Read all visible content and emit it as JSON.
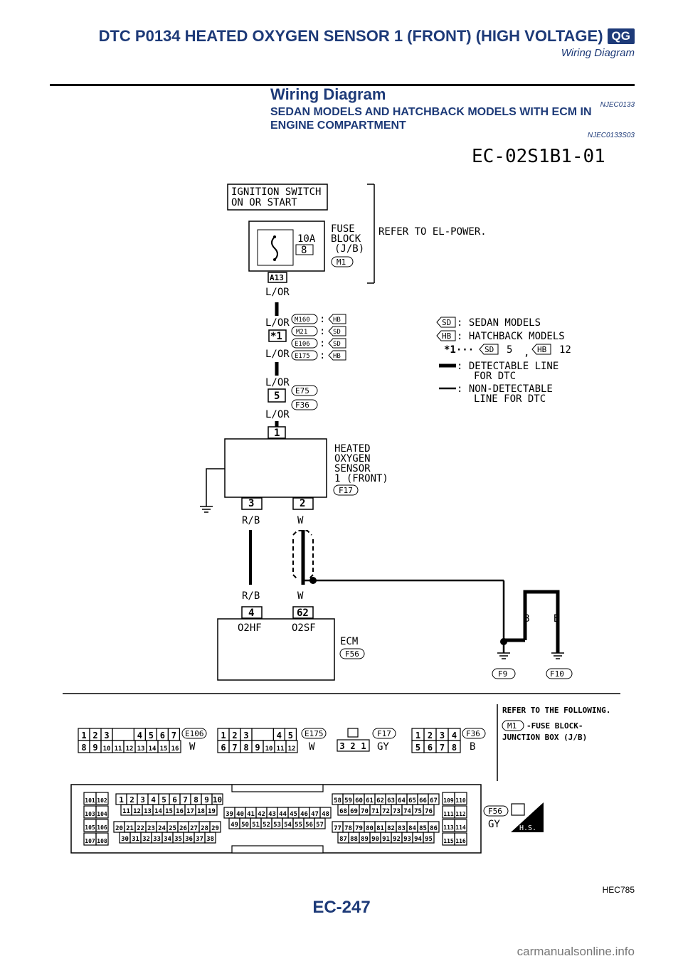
{
  "header": {
    "title": "DTC P0134 HEATED OXYGEN SENSOR 1 (FRONT) (HIGH VOLTAGE)",
    "badge": "QG",
    "subtitle": "Wiring Diagram"
  },
  "section": {
    "title": "Wiring Diagram",
    "id": "NJEC0133"
  },
  "subsection": {
    "title": "SEDAN MODELS AND HATCHBACK MODELS WITH ECM IN ENGINE COMPARTMENT",
    "id": "NJEC0133S03"
  },
  "diagram_code": "EC-02S1B1-01",
  "power": {
    "line1": "IGNITION SWITCH",
    "line2": "ON OR START"
  },
  "fuse": {
    "amp": "10A",
    "number": "8",
    "label1": "FUSE",
    "label2": "BLOCK",
    "label3": "(J/B)",
    "connector": "M1",
    "terminal": "A13",
    "refer": "REFER TO EL-POWER."
  },
  "wires": {
    "l_or": "L/OR",
    "r_b": "R/B",
    "w": "W",
    "b": "B"
  },
  "joint": {
    "mark": "*1",
    "connectors": [
      {
        "id": "M160",
        "model": "HB"
      },
      {
        "id": "M21",
        "model": "SD"
      },
      {
        "id": "E106",
        "model": "SD"
      },
      {
        "id": "E175",
        "model": "HB"
      }
    ]
  },
  "legend": {
    "sd": "SD",
    "sd_text": ": SEDAN MODELS",
    "hb": "HB",
    "hb_text": ": HATCHBACK MODELS",
    "star_prefix": "*1···",
    "star_sd_val": "5",
    "star_comma": ",",
    "star_hb_val": "12",
    "detect1": ": DETECTABLE LINE",
    "detect2": "FOR DTC",
    "nondetect1": ": NON-DETECTABLE",
    "nondetect2": "LINE FOR DTC"
  },
  "inline": {
    "pin": "5",
    "conn1": "E75",
    "conn2": "F36"
  },
  "sensor": {
    "pin_top": "1",
    "name1": "HEATED",
    "name2": "OXYGEN",
    "name3": "SENSOR",
    "name4": "1 (FRONT)",
    "connector": "F17",
    "pin3": "3",
    "pin2": "2"
  },
  "ecm": {
    "pin4": "4",
    "pin62": "62",
    "t1": "O2HF",
    "t2": "O2SF",
    "name": "ECM",
    "connector": "F56"
  },
  "grounds": {
    "g1": "F9",
    "g2": "F10"
  },
  "connectors": {
    "e106": {
      "id": "E106",
      "color": "W",
      "row1": [
        "1",
        "2",
        "3",
        "",
        "4",
        "5",
        "6",
        "7"
      ],
      "row2": [
        "8",
        "9",
        "10",
        "11",
        "12",
        "13",
        "14",
        "15",
        "16"
      ]
    },
    "e175": {
      "id": "E175",
      "color": "W",
      "row1": [
        "1",
        "2",
        "3",
        "",
        "4",
        "5"
      ],
      "row2": [
        "6",
        "7",
        "8",
        "9",
        "10",
        "11",
        "12"
      ]
    },
    "f17": {
      "id": "F17",
      "color": "GY",
      "row": [
        "3",
        "2",
        "1"
      ]
    },
    "f36": {
      "id": "F36",
      "color": "B",
      "row1": [
        "1",
        "2",
        "3",
        "4"
      ],
      "row2": [
        "5",
        "6",
        "7",
        "8"
      ]
    },
    "f56": {
      "id": "F56",
      "color": "GY",
      "hs": "H.S."
    }
  },
  "refer": {
    "title": "REFER TO THE FOLLOWING.",
    "conn": "M1",
    "text1": "-FUSE BLOCK-",
    "text2": "JUNCTION BOX (J/B)"
  },
  "ecm_pins": {
    "left": [
      "101",
      "102",
      "103",
      "104",
      "105",
      "106",
      "107",
      "108"
    ],
    "r1": [
      "1",
      "2",
      "3",
      "4",
      "5",
      "6",
      "7",
      "8",
      "9",
      "10"
    ],
    "r2": [
      "11",
      "12",
      "13",
      "14",
      "15",
      "16",
      "17",
      "18",
      "19"
    ],
    "r3": [
      "20",
      "21",
      "22",
      "23",
      "24",
      "25",
      "26",
      "27",
      "28",
      "29"
    ],
    "r4": [
      "30",
      "31",
      "32",
      "33",
      "34",
      "35",
      "36",
      "37",
      "38"
    ],
    "m1": [
      "39",
      "40",
      "41",
      "42",
      "43",
      "44",
      "45",
      "46",
      "47",
      "48"
    ],
    "m2": [
      "49",
      "50",
      "51",
      "52",
      "53",
      "54",
      "55",
      "56",
      "57"
    ],
    "n1": [
      "58",
      "59",
      "60",
      "61",
      "62",
      "63",
      "64",
      "65",
      "66",
      "67"
    ],
    "n2": [
      "68",
      "69",
      "70",
      "71",
      "72",
      "73",
      "74",
      "75",
      "76"
    ],
    "n3": [
      "77",
      "78",
      "79",
      "80",
      "81",
      "82",
      "83",
      "84",
      "85",
      "86"
    ],
    "n4": [
      "87",
      "88",
      "89",
      "90",
      "91",
      "92",
      "93",
      "94",
      "95"
    ],
    "right": [
      "109",
      "110",
      "111",
      "112",
      "113",
      "114",
      "115",
      "116"
    ]
  },
  "footer": {
    "code": "HEC785",
    "page": "EC-247",
    "watermark": "carmanualsonline.info"
  }
}
